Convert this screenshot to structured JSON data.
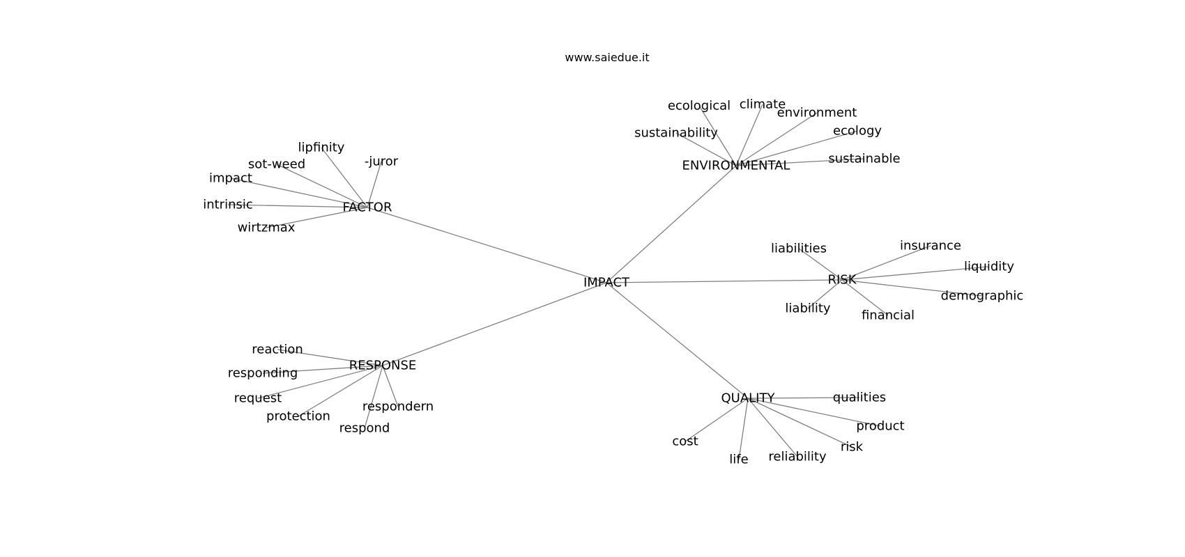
{
  "watermark": "www.saiedue.it",
  "colors": {
    "edge": "#808080",
    "text": "#000000",
    "background": "#ffffff"
  },
  "root": "IMPACT",
  "branches": [
    {
      "name": "ENVIRONMENTAL",
      "children": [
        "ecological",
        "climate",
        "environment",
        "ecology",
        "sustainability",
        "sustainable"
      ]
    },
    {
      "name": "FACTOR",
      "children": [
        "lipfinity",
        "-juror",
        "sot-weed",
        "impact",
        "intrinsic",
        "wirtzmax"
      ]
    },
    {
      "name": "RISK",
      "children": [
        "liabilities",
        "insurance",
        "liquidity",
        "demographic",
        "financial",
        "liability"
      ]
    },
    {
      "name": "RESPONSE",
      "children": [
        "reaction",
        "responding",
        "request",
        "protection",
        "respond",
        "respondern"
      ]
    },
    {
      "name": "QUALITY",
      "children": [
        "qualities",
        "product",
        "risk",
        "reliability",
        "life",
        "cost"
      ]
    }
  ]
}
